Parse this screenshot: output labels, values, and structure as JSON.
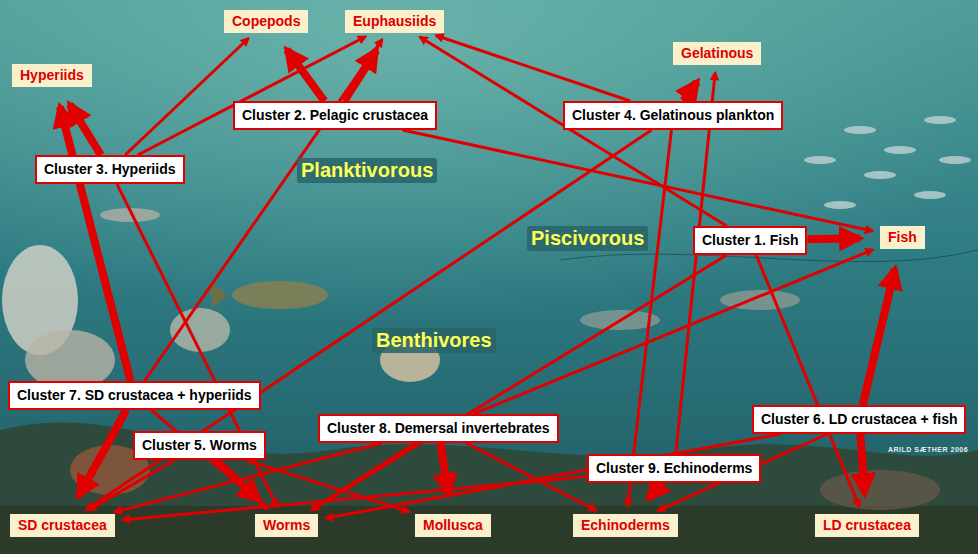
{
  "diagram": {
    "nodes": [
      {
        "text": [
          "Copepods"
        ]
      },
      {
        "text": [
          "Euphausiids"
        ]
      },
      {
        "text": [
          "Hyperiids"
        ]
      },
      {
        "text": [
          "Gelatinous"
        ]
      },
      {
        "text": [
          "Cluster 2. Pelagic crustacea"
        ]
      },
      {
        "text": [
          "Cluster 4. Gelatinous plankton"
        ]
      },
      {
        "text": [
          "Cluster 3. Hyperiids"
        ]
      },
      {
        "text": [
          "Cluster 1. Fish"
        ]
      },
      {
        "text": [
          "Fish"
        ]
      },
      {
        "text": [
          "Cluster 7. SD crustacea + hyperiids"
        ]
      },
      {
        "text": [
          "Cluster 6. LD crustacea + fish"
        ]
      },
      {
        "text": [
          "Cluster 8. Demersal invertebrates"
        ]
      },
      {
        "text": [
          "Cluster 5. Worms"
        ]
      },
      {
        "text": [
          "Cluster 9. Echinoderms"
        ]
      },
      {
        "text": [
          "SD crustacea"
        ]
      },
      {
        "text": [
          "Worms"
        ]
      },
      {
        "text": [
          "Mollusca"
        ]
      },
      {
        "text": [
          "Echinoderms"
        ]
      },
      {
        "text": [
          "LD crustacea"
        ]
      }
    ],
    "edges": [
      {
        "from": 4,
        "to": 0,
        "arrow": "to"
      },
      {
        "from": 4,
        "to": 1,
        "arrow": "to"
      },
      {
        "from": 4,
        "to": 8,
        "arrow": "to"
      },
      {
        "from": 6,
        "to": 2,
        "arrow": "to"
      },
      {
        "from": 6,
        "to": 0,
        "arrow": "to"
      },
      {
        "from": 6,
        "to": 1,
        "arrow": "to"
      },
      {
        "from": 6,
        "to": 15,
        "arrow": "to"
      },
      {
        "from": 5,
        "to": 3,
        "arrow": "to"
      },
      {
        "from": 5,
        "to": 1,
        "arrow": "to"
      },
      {
        "from": 5,
        "to": 17,
        "arrow": "to"
      },
      {
        "from": 5,
        "to": 14,
        "arrow": "to"
      },
      {
        "from": 7,
        "to": 8,
        "arrow": "to"
      },
      {
        "from": 7,
        "to": 1,
        "arrow": "to"
      },
      {
        "from": 7,
        "to": 15,
        "arrow": "to"
      },
      {
        "from": 7,
        "to": 18,
        "arrow": "to"
      },
      {
        "from": 9,
        "to": 2,
        "arrow": "to"
      },
      {
        "from": 9,
        "to": 14,
        "arrow": "to"
      },
      {
        "from": 9,
        "to": 1,
        "arrow": "to"
      },
      {
        "from": 9,
        "to": 15,
        "arrow": "to"
      },
      {
        "from": 12,
        "to": 15,
        "arrow": "to"
      },
      {
        "from": 12,
        "to": 14,
        "arrow": "to"
      },
      {
        "from": 12,
        "to": 16,
        "arrow": "to"
      },
      {
        "from": 11,
        "to": 16,
        "arrow": "to"
      },
      {
        "from": 11,
        "to": 14,
        "arrow": "to"
      },
      {
        "from": 11,
        "to": 15,
        "arrow": "to"
      },
      {
        "from": 11,
        "to": 17,
        "arrow": "to"
      },
      {
        "from": 11,
        "to": 8,
        "arrow": "to"
      },
      {
        "from": 13,
        "to": 17,
        "arrow": "to"
      },
      {
        "from": 13,
        "to": 14,
        "arrow": "to"
      },
      {
        "from": 13,
        "to": 3,
        "arrow": "to"
      },
      {
        "from": 10,
        "to": 18,
        "arrow": "to"
      },
      {
        "from": 10,
        "to": 8,
        "arrow": "to"
      },
      {
        "from": 10,
        "to": 17,
        "arrow": "to"
      },
      {
        "from": 10,
        "to": 15,
        "arrow": "to"
      }
    ],
    "labels": [
      "Planktivorous",
      "Piscivorous",
      "Benthivores",
      "ARILD SÆTHER 2006"
    ]
  }
}
